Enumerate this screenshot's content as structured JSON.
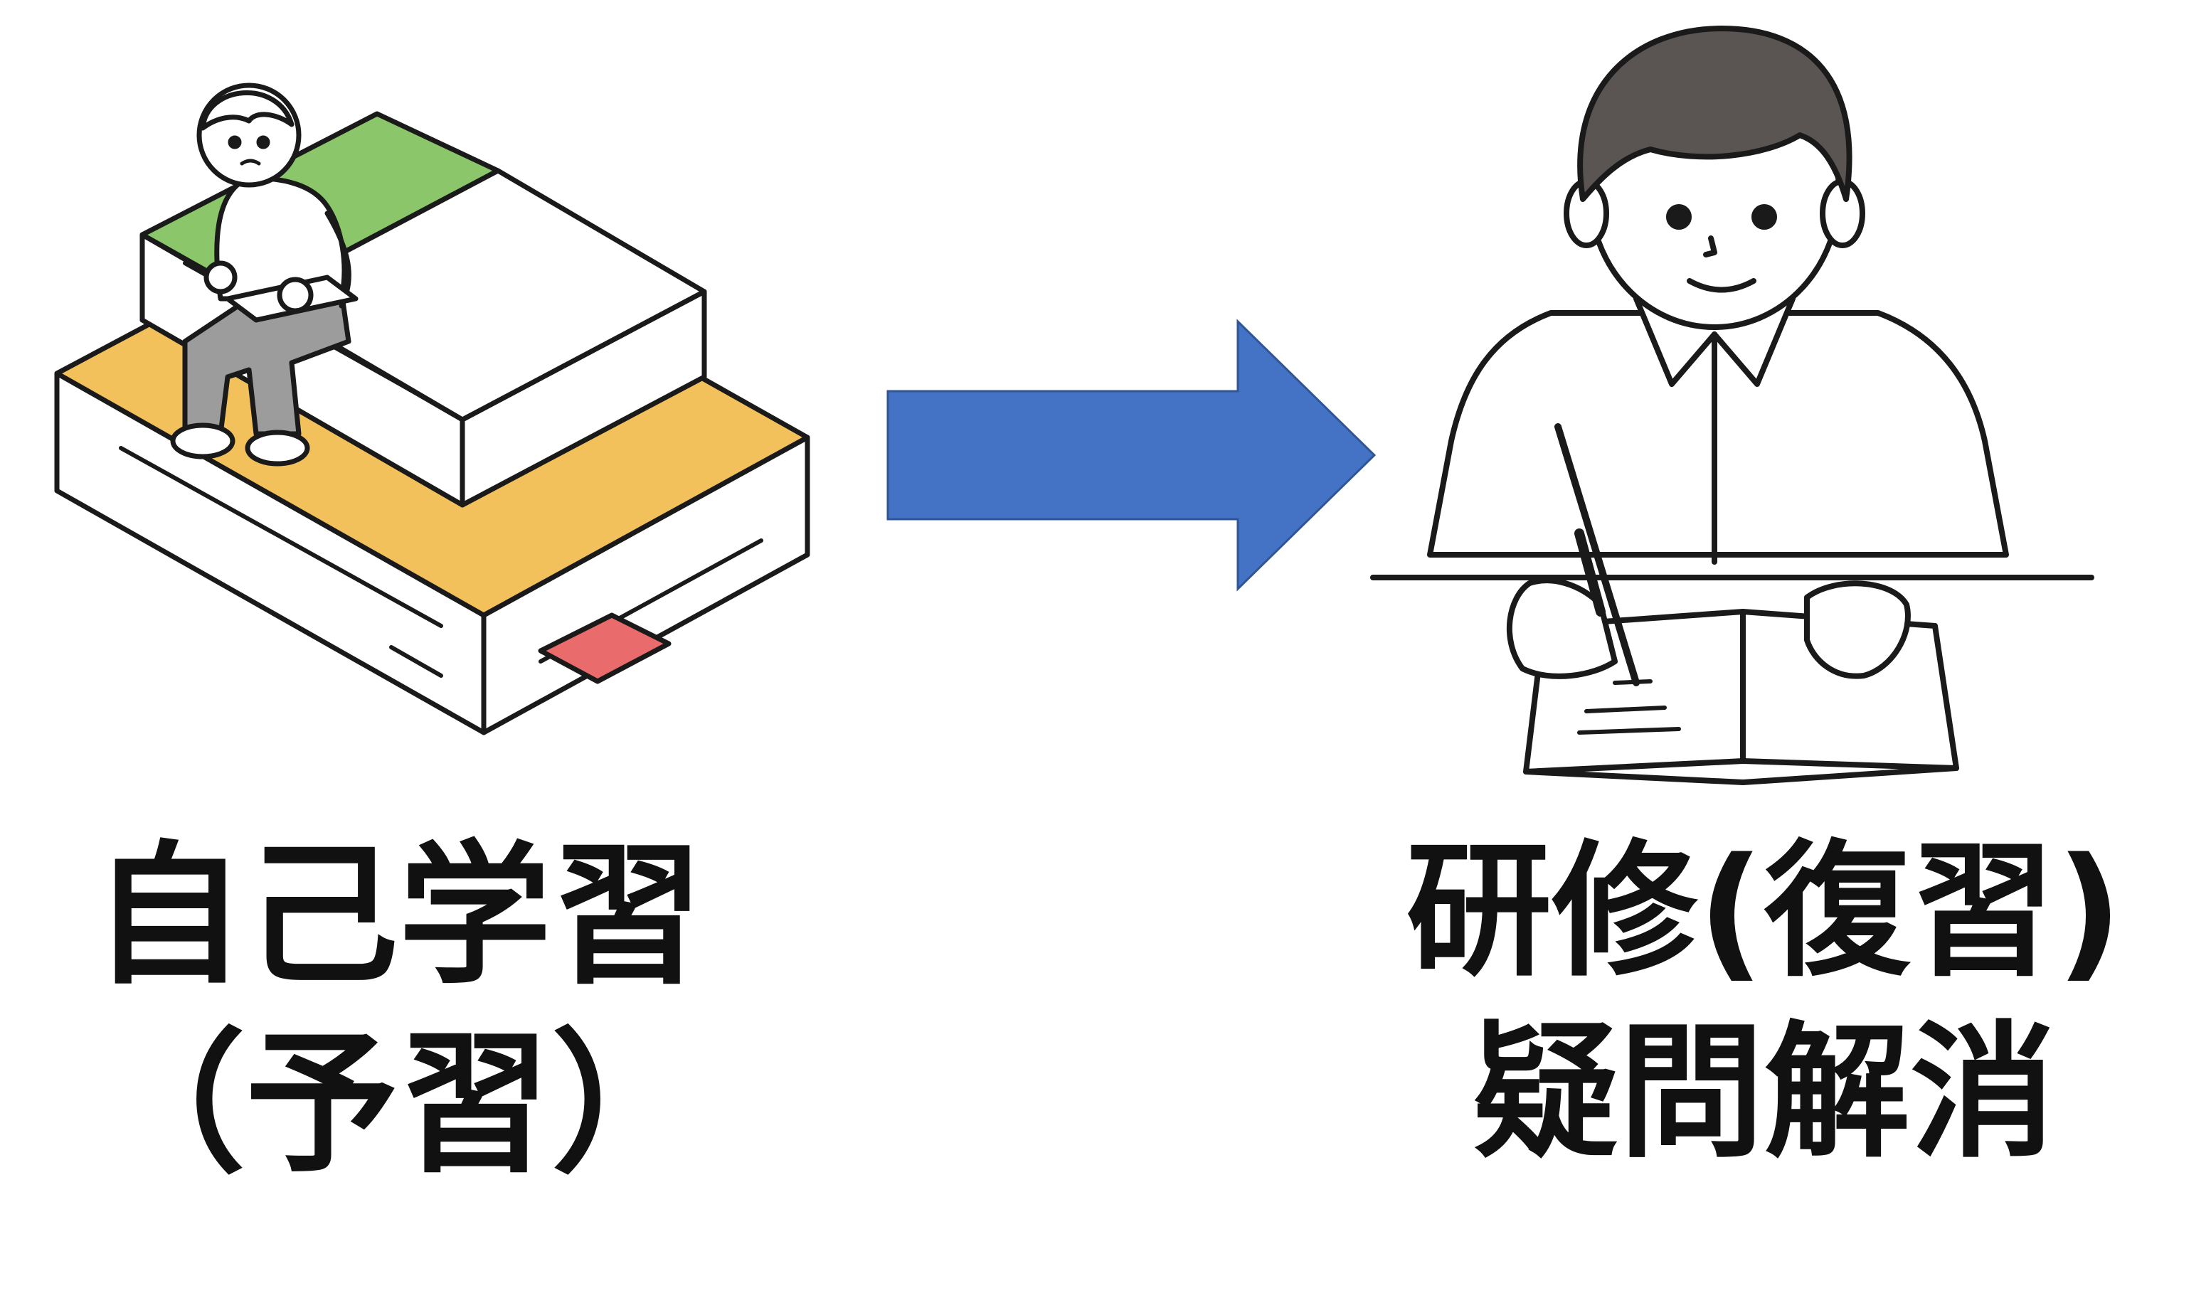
{
  "diagram": {
    "left_step": {
      "line1": "自己学習",
      "line2": "（予習）"
    },
    "right_step": {
      "line1": "研修(復習)",
      "line2": "疑問解消"
    }
  },
  "colors": {
    "arrow": "#4472C4",
    "arrow_outline": "#2F5597",
    "book_top": "#F2C15B",
    "book_green": "#8CC66A",
    "bookmark": "#EA6B6B",
    "hair": "#5A5552",
    "pants": "#9C9C9C",
    "ink": "#1A1A1A"
  }
}
